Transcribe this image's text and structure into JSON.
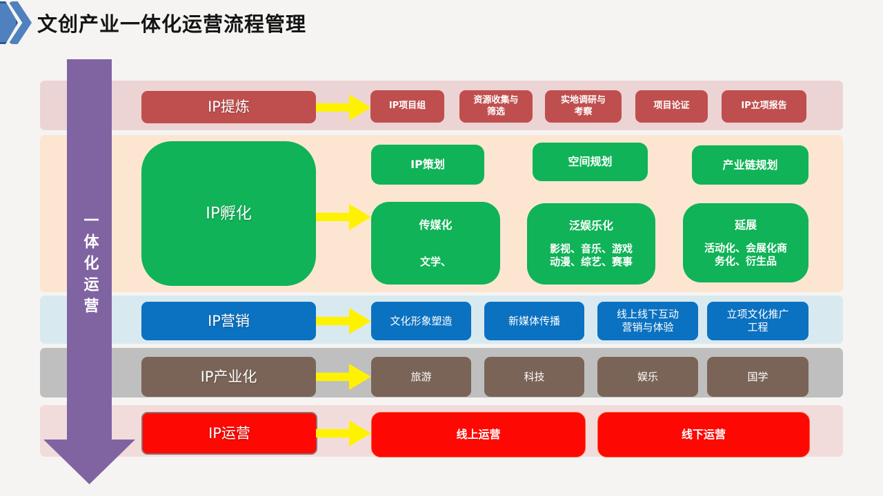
{
  "title": "文创产业一体化运营流程管理",
  "side_arrow": {
    "label": "一体化运营"
  },
  "colors": {
    "band_extraction": "#ecd4d5",
    "band_incubation": "#fce6d2",
    "band_marketing": "#d9e9f0",
    "band_industrialization": "#bfbfbf",
    "band_operation": "#f2dcdb",
    "button_red_dark": "#bf4f4e",
    "button_green": "#10b357",
    "button_blue": "#0b71c1",
    "button_brown": "#7a6457",
    "button_red_bright": "#fe0803",
    "side_arrow_purple": "#8064a2",
    "flow_arrow_yellow": "#fff200",
    "title_chevron_blue": "#4e81bd"
  },
  "rows": {
    "extraction": {
      "lead": "IP提炼",
      "items": [
        {
          "label": "IP项目组"
        },
        {
          "line1": "资源收集与",
          "line2": "筛选"
        },
        {
          "line1": "实地调研与",
          "line2": "考察"
        },
        {
          "label": "项目论证"
        },
        {
          "label": "IP立项报告"
        }
      ]
    },
    "incubation": {
      "lead": "IP孵化",
      "top_items": [
        {
          "label": "IP策划"
        },
        {
          "label": "空间规划"
        },
        {
          "label": "产业链规划"
        }
      ],
      "bottom_items": [
        {
          "title": "传媒化",
          "line1": "文学、",
          "line2": ""
        },
        {
          "title": "泛娱乐化",
          "line1": "影视、音乐、游戏",
          "line2": "动漫、综艺、赛事"
        },
        {
          "title": "延展",
          "line1": "活动化、会展化商",
          "line2": "务化、衍生品"
        }
      ]
    },
    "marketing": {
      "lead": "IP营销",
      "items": [
        {
          "label": "文化形象塑造"
        },
        {
          "label": "新媒体传播"
        },
        {
          "line1": "线上线下互动",
          "line2": "营销与体验"
        },
        {
          "line1": "立项文化推广",
          "line2": "工程"
        }
      ]
    },
    "industrialization": {
      "lead": "IP产业化",
      "items": [
        {
          "label": "旅游"
        },
        {
          "label": "科技"
        },
        {
          "label": "娱乐"
        },
        {
          "label": "国学"
        }
      ]
    },
    "operation": {
      "lead": "IP运营",
      "items": [
        {
          "label": "线上运营"
        },
        {
          "label": "线下运营"
        }
      ]
    }
  }
}
